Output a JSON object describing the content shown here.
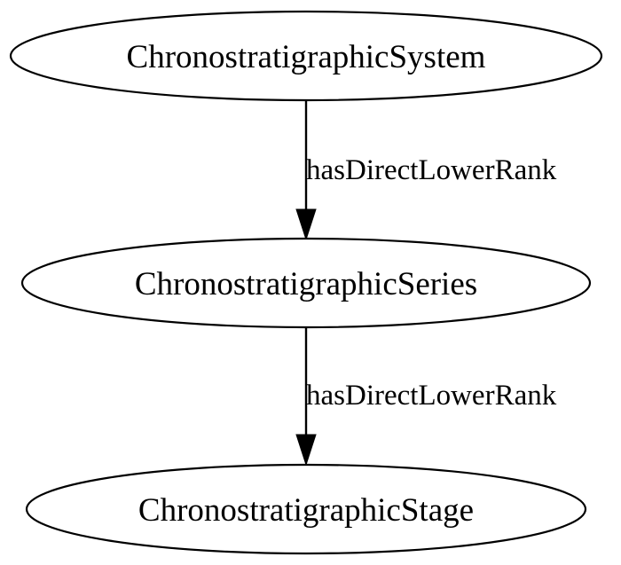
{
  "nodes": {
    "system": {
      "label": "ChronostratigraphicSystem"
    },
    "series": {
      "label": "ChronostratigraphicSeries"
    },
    "stage": {
      "label": "ChronostratigraphicStage"
    }
  },
  "edges": {
    "system_to_series": {
      "label": "hasDirectLowerRank"
    },
    "series_to_stage": {
      "label": "hasDirectLowerRank"
    }
  }
}
